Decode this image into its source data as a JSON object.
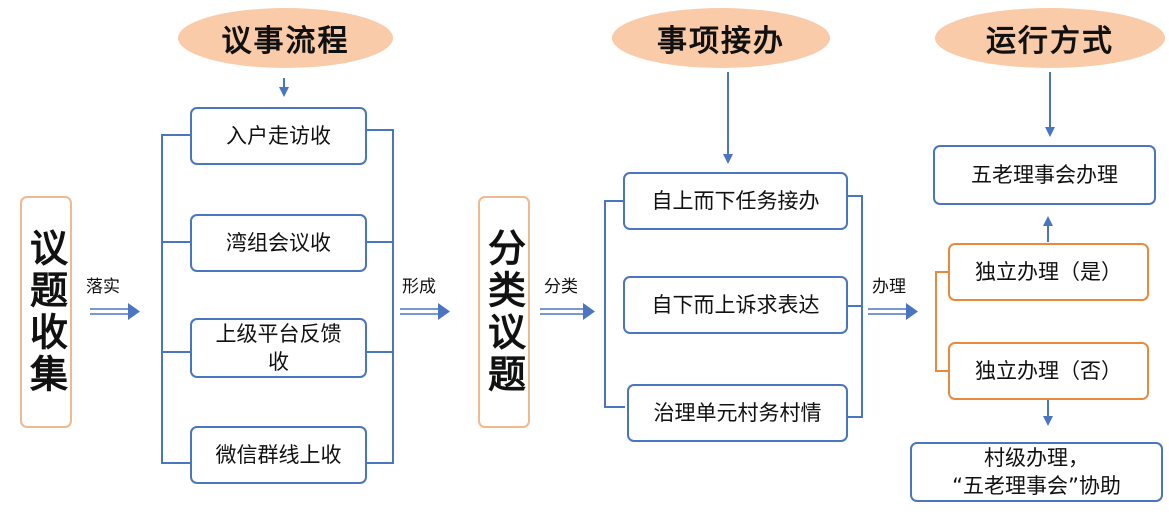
{
  "headers": {
    "process": "议事流程",
    "handover": "事项接办",
    "operation": "运行方式"
  },
  "left_title": "议题收集",
  "mid_title": "分类议题",
  "arrow_labels": {
    "implement": "落实",
    "form": "形成",
    "classify": "分类",
    "handle": "办理"
  },
  "collection_channels": [
    "入户走访收",
    "湾组会议收",
    "上级平台反馈收",
    "微信群线上收"
  ],
  "handover_items": [
    "自上而下任务接办",
    "自下而上诉求表达",
    "治理单元村务村情"
  ],
  "operation_items": {
    "committee": "五老理事会办理",
    "independent_yes": "独立办理（是）",
    "independent_no": "独立办理（否）",
    "village_line1": "村级办理，",
    "village_line2": "“五老理事会”协助"
  },
  "colors": {
    "oval_fill": "#f9cba8",
    "blue_border": "#4a76c1",
    "orange_border": "#e8893e",
    "arrow": "#4a76c1"
  }
}
